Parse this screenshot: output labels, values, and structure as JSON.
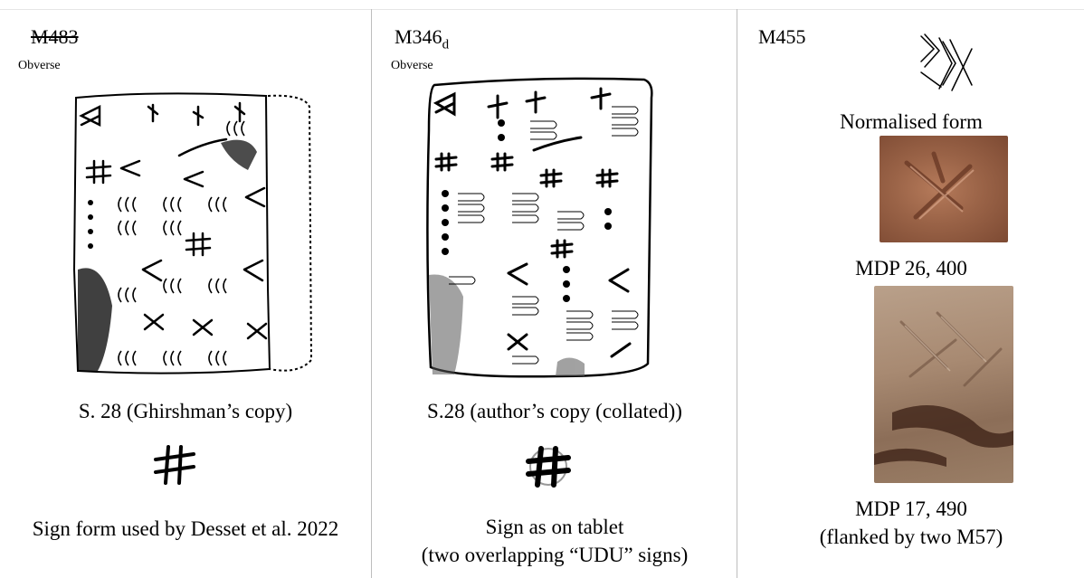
{
  "panels": {
    "left": {
      "sign_code": "M483",
      "face_label": "Obverse",
      "copy_caption": "S. 28 (Ghirshman’s copy)",
      "sign_caption": "Sign form used by Desset et al. 2022"
    },
    "middle": {
      "sign_code": "M346",
      "sign_subscript": "d",
      "face_label": "Obverse",
      "copy_caption": "S.28 (author’s copy (collated))",
      "sign_caption_line1": "Sign as on tablet",
      "sign_caption_line2": "(two overlapping “UDU” signs)"
    },
    "right": {
      "sign_code": "M455",
      "normalised_caption": "Normalised form",
      "photo1_caption": "MDP 26, 400",
      "photo2_caption_line1": "MDP 17, 490",
      "photo2_caption_line2": "(flanked by two M57)"
    }
  }
}
